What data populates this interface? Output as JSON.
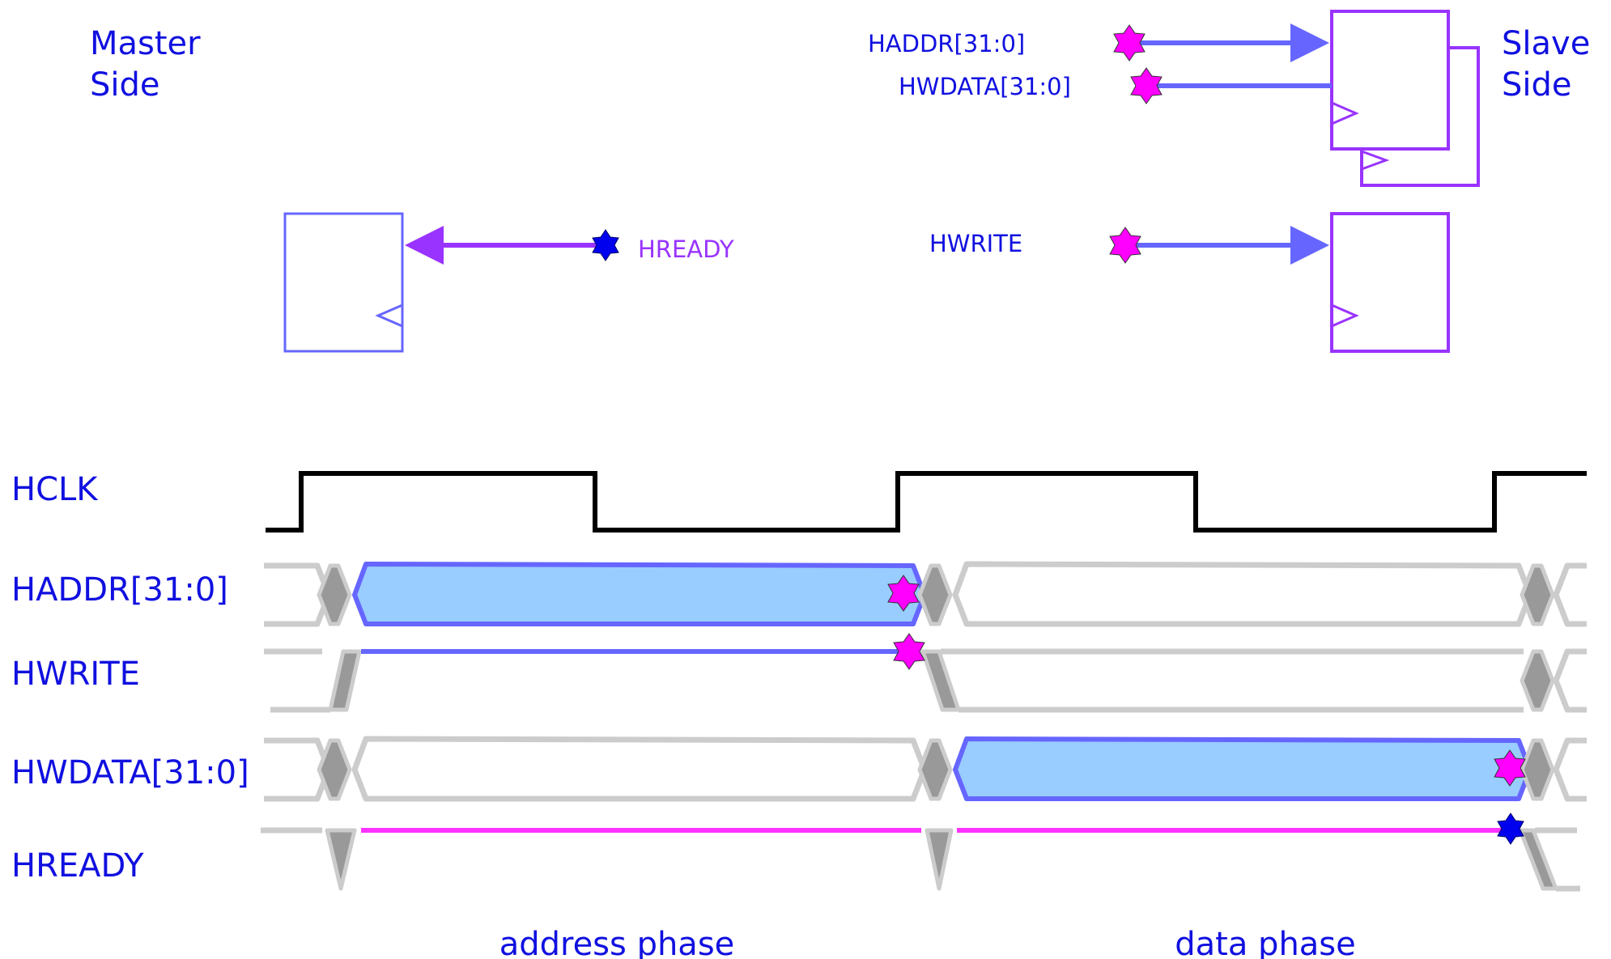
{
  "sides": {
    "master": [
      "Master",
      "Side"
    ],
    "slave": [
      "Slave",
      "Side"
    ]
  },
  "ports": {
    "haddr": "HADDR[31:0]",
    "hwdata": "HWDATA[31:0]",
    "hwrite": "HWRITE",
    "hready": "HREADY"
  },
  "signals": {
    "hclk": "HCLK",
    "haddr": "HADDR[31:0]",
    "hwrite": "HWRITE",
    "hwdata": "HWDATA[31:0]",
    "hready": "HREADY"
  },
  "phases": {
    "address": "address phase",
    "data": "data phase"
  },
  "colors": {
    "label_blue": "#1010e0",
    "hready_label": "#9933ff",
    "active_fill": "#99ccff",
    "active_stroke": "#6666ff",
    "hready_trace": "#ff33ff",
    "star_magenta": "#ff00ff",
    "star_blue": "#0000ee",
    "idle_grey": "#cccccc"
  }
}
